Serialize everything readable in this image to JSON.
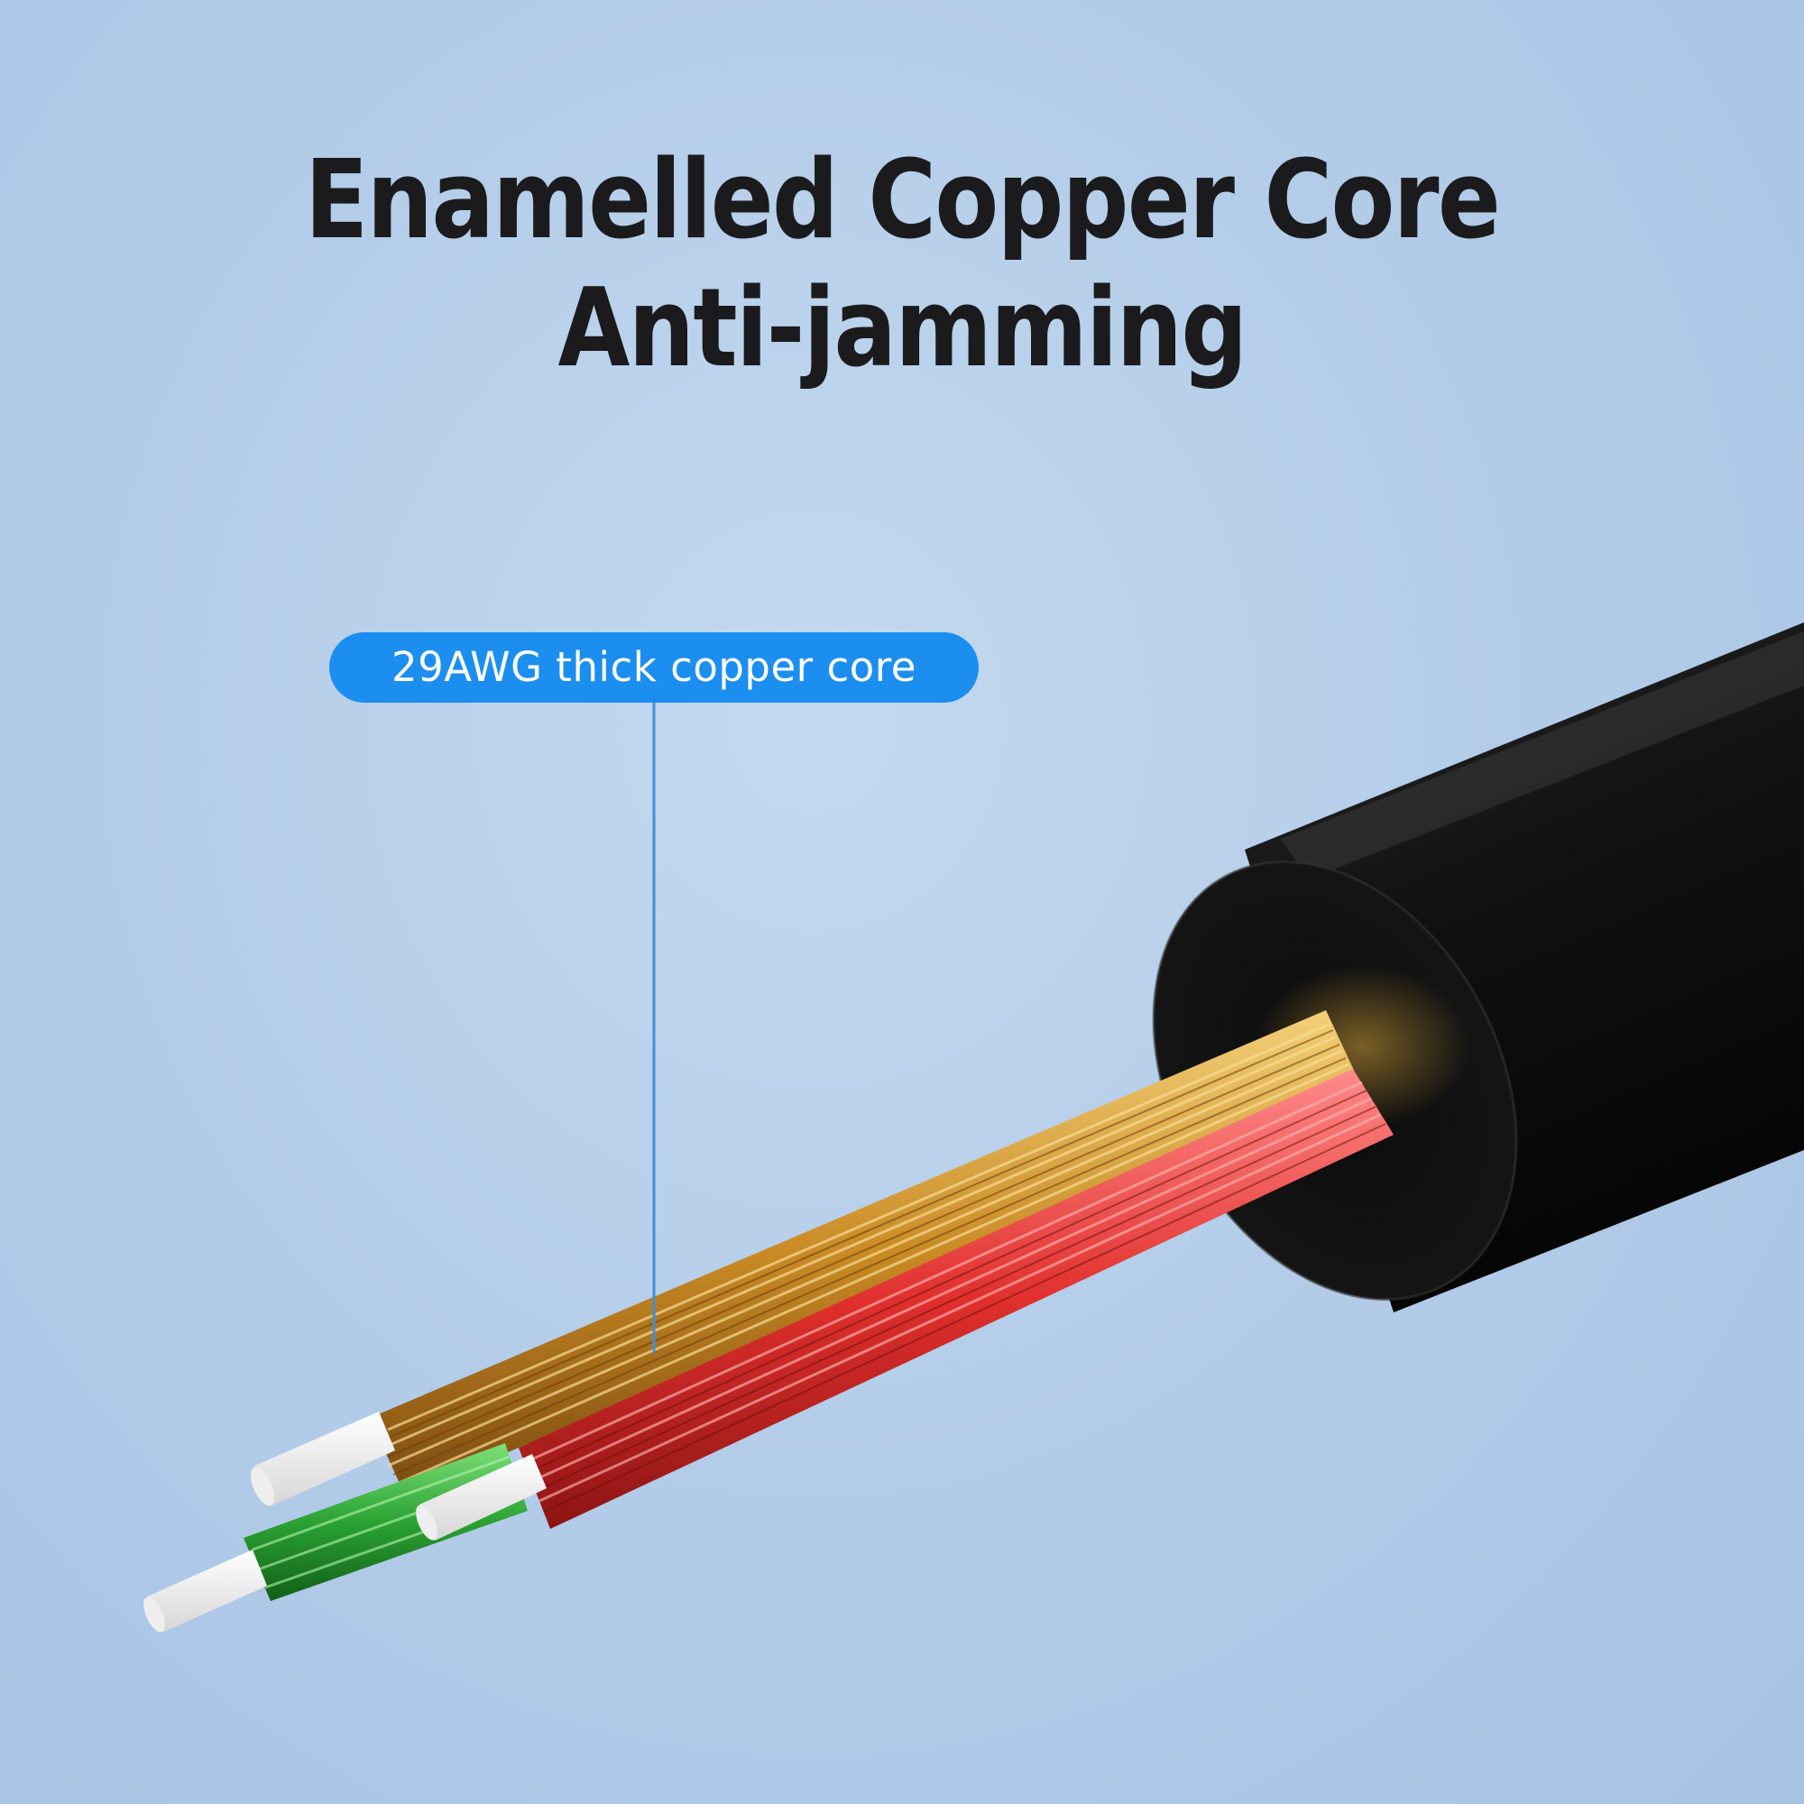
{
  "headline": {
    "line1": "Enamelled Copper Core",
    "line2": "Anti-jamming"
  },
  "callout": {
    "label": "29AWG thick copper core",
    "accent_color": "#1c8ef0"
  },
  "illustration": {
    "subject": "cable cross-section",
    "jacket_color": "#111111",
    "wire_colors": [
      "#d9a53a",
      "#e23a3a",
      "#2da83a"
    ],
    "insulator_color": "#f5f5f5"
  },
  "colors": {
    "background": "#b4cde9",
    "headline_text": "#1b1b1d"
  }
}
